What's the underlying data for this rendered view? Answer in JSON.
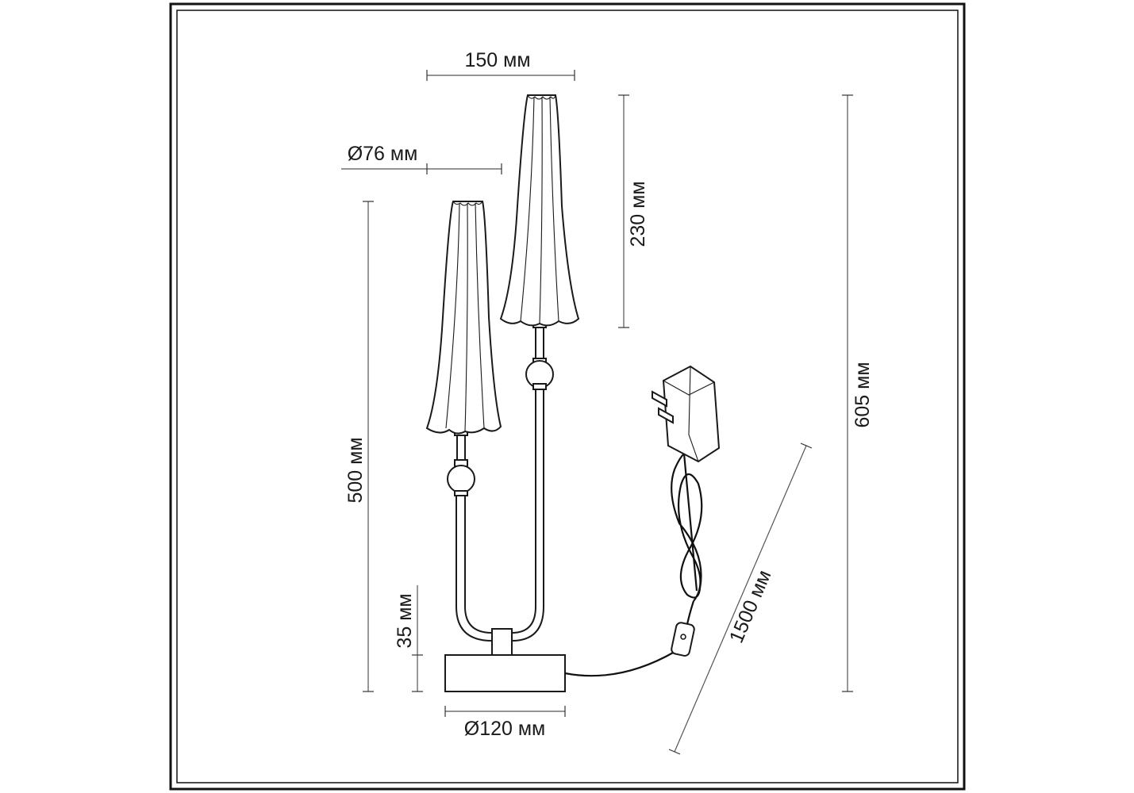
{
  "dimensions": {
    "shade_spacing": "150 мм",
    "shade_diameter": "Ø76 мм",
    "shade_height": "230 мм",
    "total_height": "605 мм",
    "lower_lamp_height": "500 мм",
    "base_height": "35 мм",
    "base_diameter": "Ø120 мм",
    "cord_length": "1500 мм"
  }
}
